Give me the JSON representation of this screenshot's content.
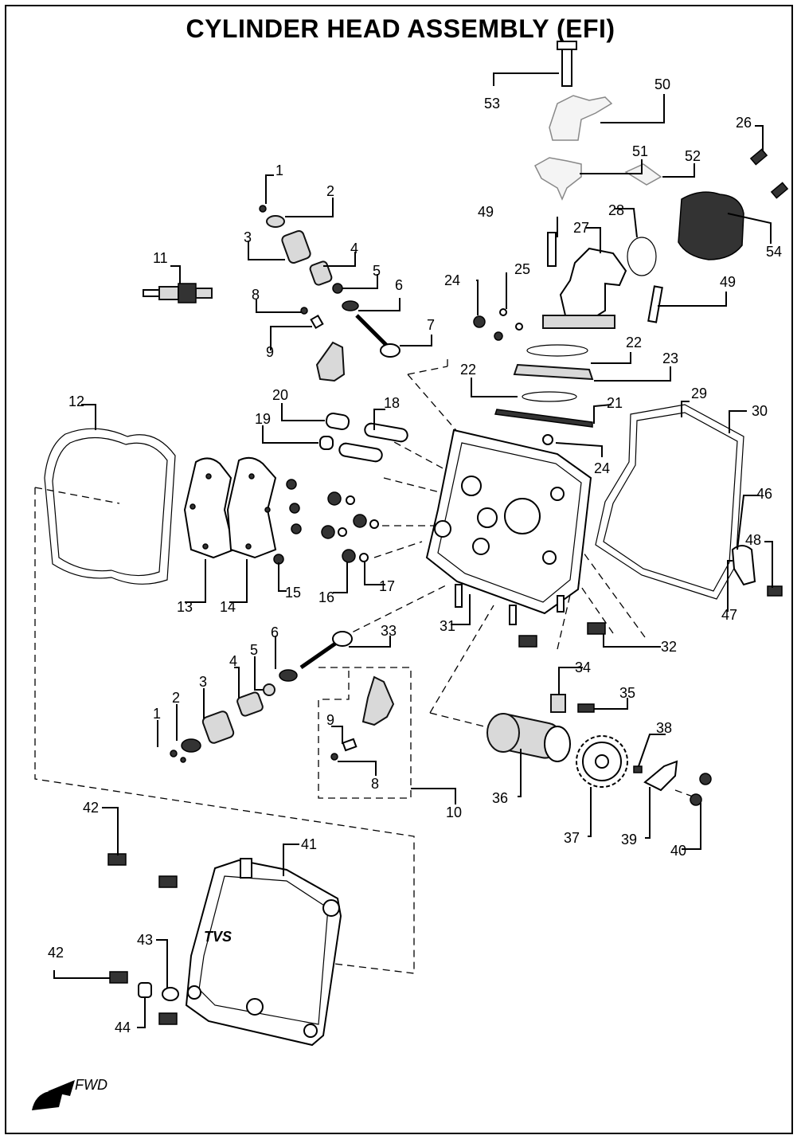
{
  "title": "CYLINDER HEAD ASSEMBLY (EFI)",
  "fwd_label": "FWD",
  "brand_mark": "TVS",
  "callouts": [
    {
      "id": "c53",
      "text": "53"
    },
    {
      "id": "c50",
      "text": "50"
    },
    {
      "id": "c26",
      "text": "26"
    },
    {
      "id": "c51",
      "text": "51"
    },
    {
      "id": "c52",
      "text": "52"
    },
    {
      "id": "c1a",
      "text": "1"
    },
    {
      "id": "c2a",
      "text": "2"
    },
    {
      "id": "c49a",
      "text": "49"
    },
    {
      "id": "c28",
      "text": "28"
    },
    {
      "id": "c27",
      "text": "27"
    },
    {
      "id": "c54",
      "text": "54"
    },
    {
      "id": "c3a",
      "text": "3"
    },
    {
      "id": "c4a",
      "text": "4"
    },
    {
      "id": "c11",
      "text": "11"
    },
    {
      "id": "c5a",
      "text": "5"
    },
    {
      "id": "c24a",
      "text": "24"
    },
    {
      "id": "c25",
      "text": "25"
    },
    {
      "id": "c49b",
      "text": "49"
    },
    {
      "id": "c6a",
      "text": "6"
    },
    {
      "id": "c8a",
      "text": "8"
    },
    {
      "id": "c7",
      "text": "7"
    },
    {
      "id": "c9a",
      "text": "9"
    },
    {
      "id": "c22a",
      "text": "22"
    },
    {
      "id": "c23",
      "text": "23"
    },
    {
      "id": "c22b",
      "text": "22"
    },
    {
      "id": "c12",
      "text": "12"
    },
    {
      "id": "c20",
      "text": "20"
    },
    {
      "id": "c18",
      "text": "18"
    },
    {
      "id": "c29",
      "text": "29"
    },
    {
      "id": "c30",
      "text": "30"
    },
    {
      "id": "c21",
      "text": "21"
    },
    {
      "id": "c19",
      "text": "19"
    },
    {
      "id": "c24b",
      "text": "24"
    },
    {
      "id": "c46",
      "text": "46"
    },
    {
      "id": "c48",
      "text": "48"
    },
    {
      "id": "c15",
      "text": "15"
    },
    {
      "id": "c16",
      "text": "16"
    },
    {
      "id": "c17",
      "text": "17"
    },
    {
      "id": "c13",
      "text": "13"
    },
    {
      "id": "c14",
      "text": "14"
    },
    {
      "id": "c47",
      "text": "47"
    },
    {
      "id": "c31",
      "text": "31"
    },
    {
      "id": "c6b",
      "text": "6"
    },
    {
      "id": "c33",
      "text": "33"
    },
    {
      "id": "c32",
      "text": "32"
    },
    {
      "id": "c4b",
      "text": "4"
    },
    {
      "id": "c5b",
      "text": "5"
    },
    {
      "id": "c34",
      "text": "34"
    },
    {
      "id": "c3b",
      "text": "3"
    },
    {
      "id": "c35",
      "text": "35"
    },
    {
      "id": "c2b",
      "text": "2"
    },
    {
      "id": "c1b",
      "text": "1"
    },
    {
      "id": "c9b",
      "text": "9"
    },
    {
      "id": "c38",
      "text": "38"
    },
    {
      "id": "c8b",
      "text": "8"
    },
    {
      "id": "c36",
      "text": "36"
    },
    {
      "id": "c10",
      "text": "10"
    },
    {
      "id": "c42a",
      "text": "42"
    },
    {
      "id": "c37",
      "text": "37"
    },
    {
      "id": "c39",
      "text": "39"
    },
    {
      "id": "c40",
      "text": "40"
    },
    {
      "id": "c41",
      "text": "41"
    },
    {
      "id": "c43",
      "text": "43"
    },
    {
      "id": "c42b",
      "text": "42"
    },
    {
      "id": "c44",
      "text": "44"
    }
  ]
}
